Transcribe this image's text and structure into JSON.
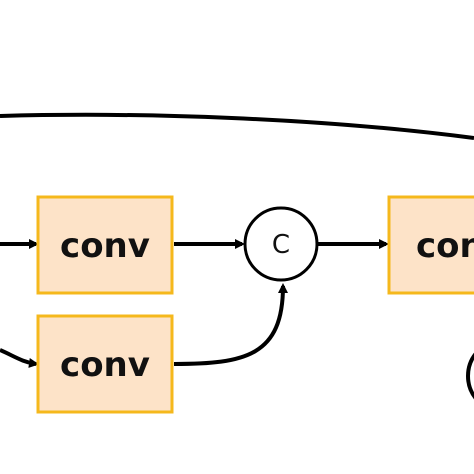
{
  "diagram": {
    "blocks": [
      {
        "id": "conv-top",
        "label": "conv"
      },
      {
        "id": "conv-bottom",
        "label": "conv"
      },
      {
        "id": "conv-right",
        "label": "conv"
      }
    ],
    "concat_node": {
      "label": "C"
    },
    "colors": {
      "block_fill": "#fde3c8",
      "block_border": "#f5b81c",
      "line": "#000000",
      "node_fill": "#ffffff"
    }
  }
}
